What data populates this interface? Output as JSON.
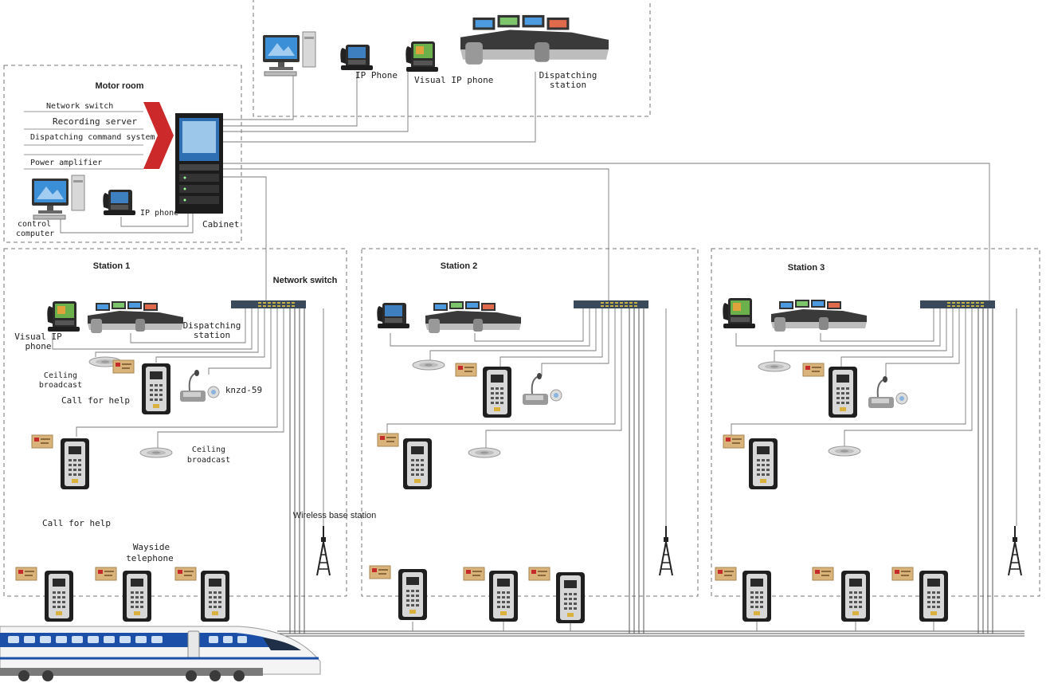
{
  "motor_room": {
    "title": "Motor room",
    "items": [
      "Network switch",
      "Recording server",
      "Dispatching command system",
      "Power amplifier"
    ],
    "ip_phone": "IP phone",
    "control_computer": [
      "control",
      "computer"
    ],
    "cabinet": "Cabinet"
  },
  "control_center": {
    "ip_phone": "IP Phone",
    "visual_ip_phone": "Visual IP phone",
    "dispatching_station": [
      "Dispatching",
      "station"
    ]
  },
  "station1": {
    "title": "Station 1",
    "network_switch": "Network switch",
    "visual_ip_phone": [
      "Visual IP",
      "phone"
    ],
    "dispatching_station": [
      "Dispatching",
      "station"
    ],
    "ceiling_broadcast_1": [
      "Ceiling",
      "broadcast"
    ],
    "call_for_help_1": "Call for help",
    "knzd": "knzd-59",
    "ceiling_broadcast_2": [
      "Ceiling",
      "broadcast"
    ],
    "call_for_help_2": "Call for help",
    "wireless_base_station": "Wireless base station",
    "wayside_telephone": [
      "Wayside",
      "telephone"
    ]
  },
  "station2": {
    "title": "Station 2"
  },
  "station3": {
    "title": "Station 3"
  },
  "colors": {
    "accent_chevron": "#cc2a2a",
    "dashed_border": "#777777",
    "wire": "#7a7a7a"
  }
}
